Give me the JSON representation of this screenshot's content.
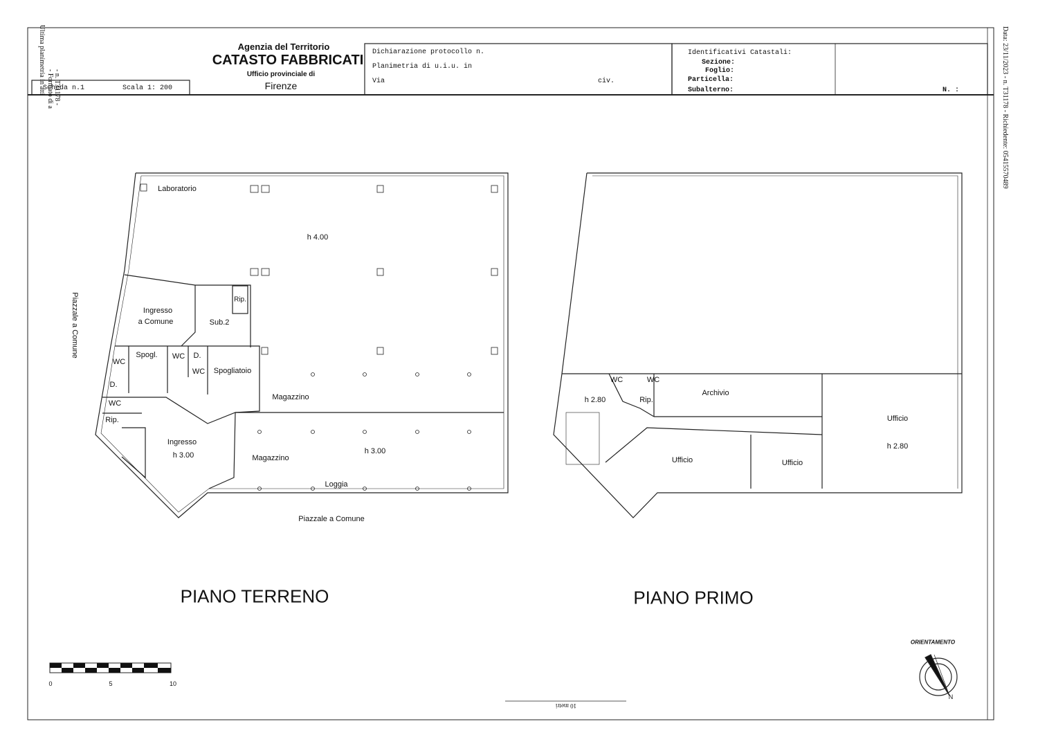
{
  "header": {
    "agency": "Agenzia del Territorio",
    "title": "CATASTO FABBRICATI",
    "office": "Ufficio provinciale di",
    "city": "Firenze",
    "scheda": "Scheda n.1",
    "scale": "Scala 1: 200",
    "declaration": "Dichiarazione protocollo n.",
    "planimetria": "Planimetria di u.i.u. in",
    "via": "Via",
    "civ": "civ.",
    "identifiers_title": "Identificativi Catastali:",
    "sezione": "Sezione:",
    "foglio": "Foglio:",
    "particella": "Particella:",
    "subalterno": "Subalterno:",
    "n_label": "N. :"
  },
  "margins": {
    "right": "Data: 23/11/2023 - n. T31178 - Richiedente: 05415570489",
    "left_1": "Ultima planimetria in atti",
    "left_2": "- n. T31178 -",
    "left_3": "- Formato di a"
  },
  "ground_floor": {
    "title": "PIANO TERRENO",
    "rooms": [
      "Laboratorio",
      "h 4.00",
      "Ingresso",
      "a Comune",
      "Sub.2",
      "Rip.",
      "WC",
      "Spogl.",
      "WC",
      "D.",
      "WC",
      "Spogliatoio",
      "D.",
      "WC",
      "Magazzino",
      "Rip.",
      "Ingresso",
      "h 3.00",
      "Magazzino",
      "h 3.00",
      "Loggia"
    ],
    "outside_bottom": "Piazzale a Comune",
    "outside_left": "Piazzale a Comune"
  },
  "first_floor": {
    "title": "PIANO PRIMO",
    "rooms": [
      "WC",
      "WC",
      "h 2.80",
      "Rip.",
      "Archivio",
      "Ufficio",
      "h 2.80",
      "Ufficio",
      "Ufficio"
    ]
  },
  "scale_bar": {
    "labels": [
      "0",
      "5",
      "10"
    ],
    "bottom_label": "10 metri"
  },
  "orientation": {
    "label": "ORIENTAMENTO",
    "north": "N"
  }
}
